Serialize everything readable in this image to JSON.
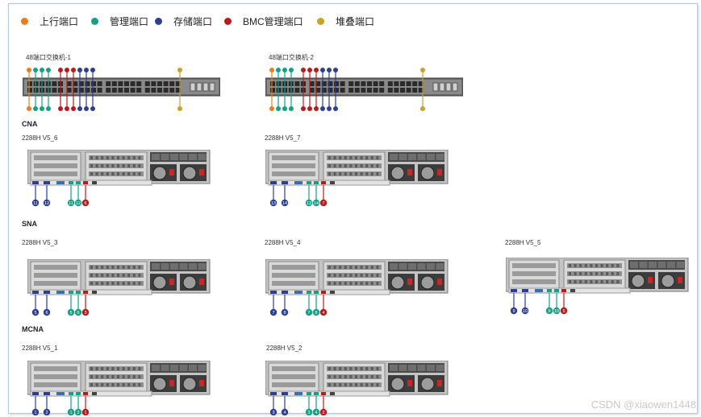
{
  "legend": [
    {
      "label": "上行端口",
      "color": "#e67e22"
    },
    {
      "label": "管理端口",
      "color": "#16a085"
    },
    {
      "label": "存储端口",
      "color": "#2e3f8f"
    },
    {
      "label": "BMC管理端口",
      "color": "#b71c1c"
    },
    {
      "label": "堆叠端口",
      "color": "#c9a227"
    }
  ],
  "switches": [
    {
      "label": "48端口交换机-1"
    },
    {
      "label": "48端口交换机-2"
    }
  ],
  "sections": {
    "cna": "CNA",
    "sna": "SNA",
    "mcna": "MCNA"
  },
  "servers": [
    {
      "label": "2288H V5_6",
      "storage_ports": [
        "11",
        "12"
      ],
      "mgmt_ports": [
        "11",
        "12"
      ],
      "bmc_port": "6"
    },
    {
      "label": "2288H V5_7",
      "storage_ports": [
        "13",
        "14"
      ],
      "mgmt_ports": [
        "13",
        "14"
      ],
      "bmc_port": "7"
    },
    {
      "label": "2288H V5_3",
      "storage_ports": [
        "5",
        "6"
      ],
      "mgmt_ports": [
        "5",
        "6"
      ],
      "bmc_port": "3"
    },
    {
      "label": "2288H V5_4",
      "storage_ports": [
        "7",
        "8"
      ],
      "mgmt_ports": [
        "7",
        "8"
      ],
      "bmc_port": "4"
    },
    {
      "label": "2288H V5_5",
      "storage_ports": [
        "9",
        "10"
      ],
      "mgmt_ports": [
        "9",
        "10"
      ],
      "bmc_port": "5"
    },
    {
      "label": "2288H V5_1",
      "storage_ports": [
        "1",
        "2"
      ],
      "mgmt_ports": [
        "1",
        "2"
      ],
      "bmc_port": "1"
    },
    {
      "label": "2288H V5_2",
      "storage_ports": [
        "3",
        "4"
      ],
      "mgmt_ports": [
        "3",
        "4"
      ],
      "bmc_port": "2"
    }
  ],
  "watermark": "CSDN @xiaowen1448"
}
